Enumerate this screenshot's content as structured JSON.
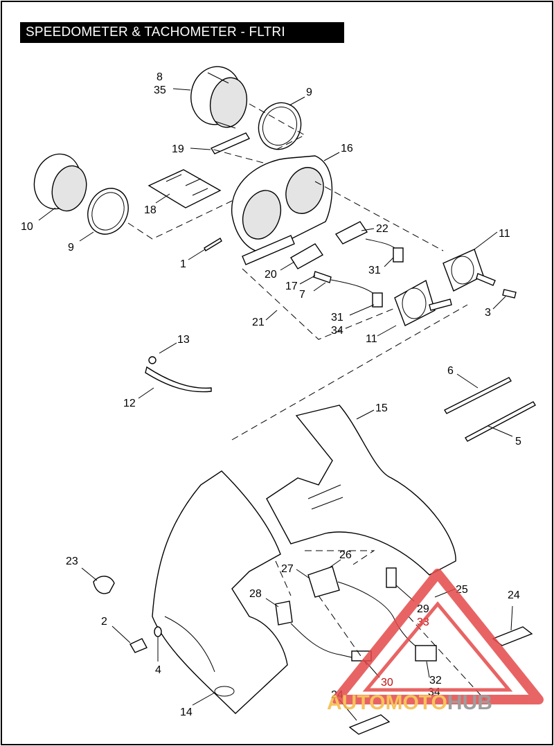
{
  "title": "SPEEDOMETER & TACHOMETER - FLTRI",
  "callouts": [
    {
      "id": "c8",
      "text": "8"
    },
    {
      "id": "c35",
      "text": "35"
    },
    {
      "id": "c9a",
      "text": "9"
    },
    {
      "id": "c19",
      "text": "19"
    },
    {
      "id": "c16",
      "text": "16"
    },
    {
      "id": "c10",
      "text": "10"
    },
    {
      "id": "c18",
      "text": "18"
    },
    {
      "id": "c9b",
      "text": "9"
    },
    {
      "id": "c22",
      "text": "22"
    },
    {
      "id": "c11a",
      "text": "11"
    },
    {
      "id": "c1",
      "text": "1"
    },
    {
      "id": "c20",
      "text": "20"
    },
    {
      "id": "c31a",
      "text": "31"
    },
    {
      "id": "c17",
      "text": "17"
    },
    {
      "id": "c7",
      "text": "7"
    },
    {
      "id": "c3",
      "text": "3"
    },
    {
      "id": "c21",
      "text": "21"
    },
    {
      "id": "c31b",
      "text": "31"
    },
    {
      "id": "c34a",
      "text": "34"
    },
    {
      "id": "c11b",
      "text": "11"
    },
    {
      "id": "c13",
      "text": "13"
    },
    {
      "id": "c12",
      "text": "12"
    },
    {
      "id": "c6",
      "text": "6"
    },
    {
      "id": "c15",
      "text": "15"
    },
    {
      "id": "c5",
      "text": "5"
    },
    {
      "id": "c26",
      "text": "26"
    },
    {
      "id": "c23",
      "text": "23"
    },
    {
      "id": "c27",
      "text": "27"
    },
    {
      "id": "c25",
      "text": "25"
    },
    {
      "id": "c28",
      "text": "28"
    },
    {
      "id": "c29",
      "text": "29"
    },
    {
      "id": "c33",
      "text": "33"
    },
    {
      "id": "c24a",
      "text": "24"
    },
    {
      "id": "c2",
      "text": "2"
    },
    {
      "id": "c4",
      "text": "4"
    },
    {
      "id": "c30",
      "text": "30"
    },
    {
      "id": "c32",
      "text": "32"
    },
    {
      "id": "c34b",
      "text": "34"
    },
    {
      "id": "c14",
      "text": "14"
    },
    {
      "id": "c24b",
      "text": "24"
    }
  ],
  "watermark": {
    "part1": "AUTOMOTO",
    "part2": "HUB",
    "color1": "#f5b941",
    "color2": "#8c8c8c",
    "triangle_color": "#e44a4a"
  }
}
